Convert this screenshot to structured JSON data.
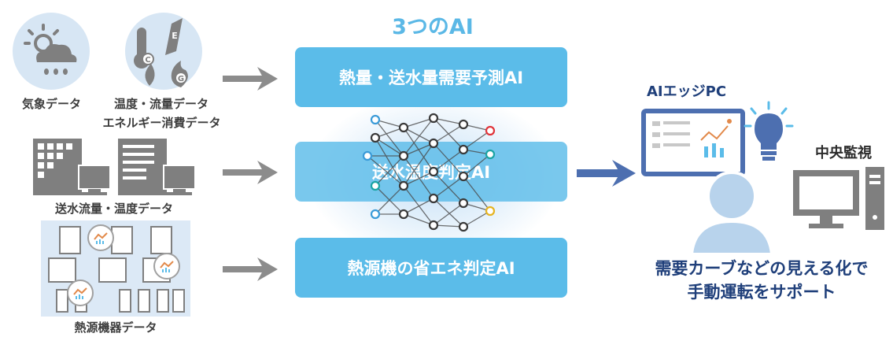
{
  "title": "3つのAI",
  "inputs": {
    "weather": "気象データ",
    "temp_flow_line1": "温度・流量データ",
    "temp_flow_line2": "エネルギー消費データ",
    "water": "送水流量・温度データ",
    "machines": "熱源機器データ"
  },
  "ai_boxes": [
    "熱量・送水量需要予測AI",
    "送水温度判定AI",
    "熱源機の省エネ判定AI"
  ],
  "right": {
    "edge_pc": "AIエッジPC",
    "central": "中央監視",
    "message_line1": "需要カーブなどの見える化で",
    "message_line2": "手動運転をサポート"
  },
  "icon_letters": {
    "celsius": "C",
    "electric": "E",
    "gas": "G"
  },
  "colors": {
    "accent": "#5bbce9",
    "arrow_gray": "#8c8c8c",
    "arrow_blue": "#4d6fb0",
    "dark_text": "#1f3f7a"
  }
}
